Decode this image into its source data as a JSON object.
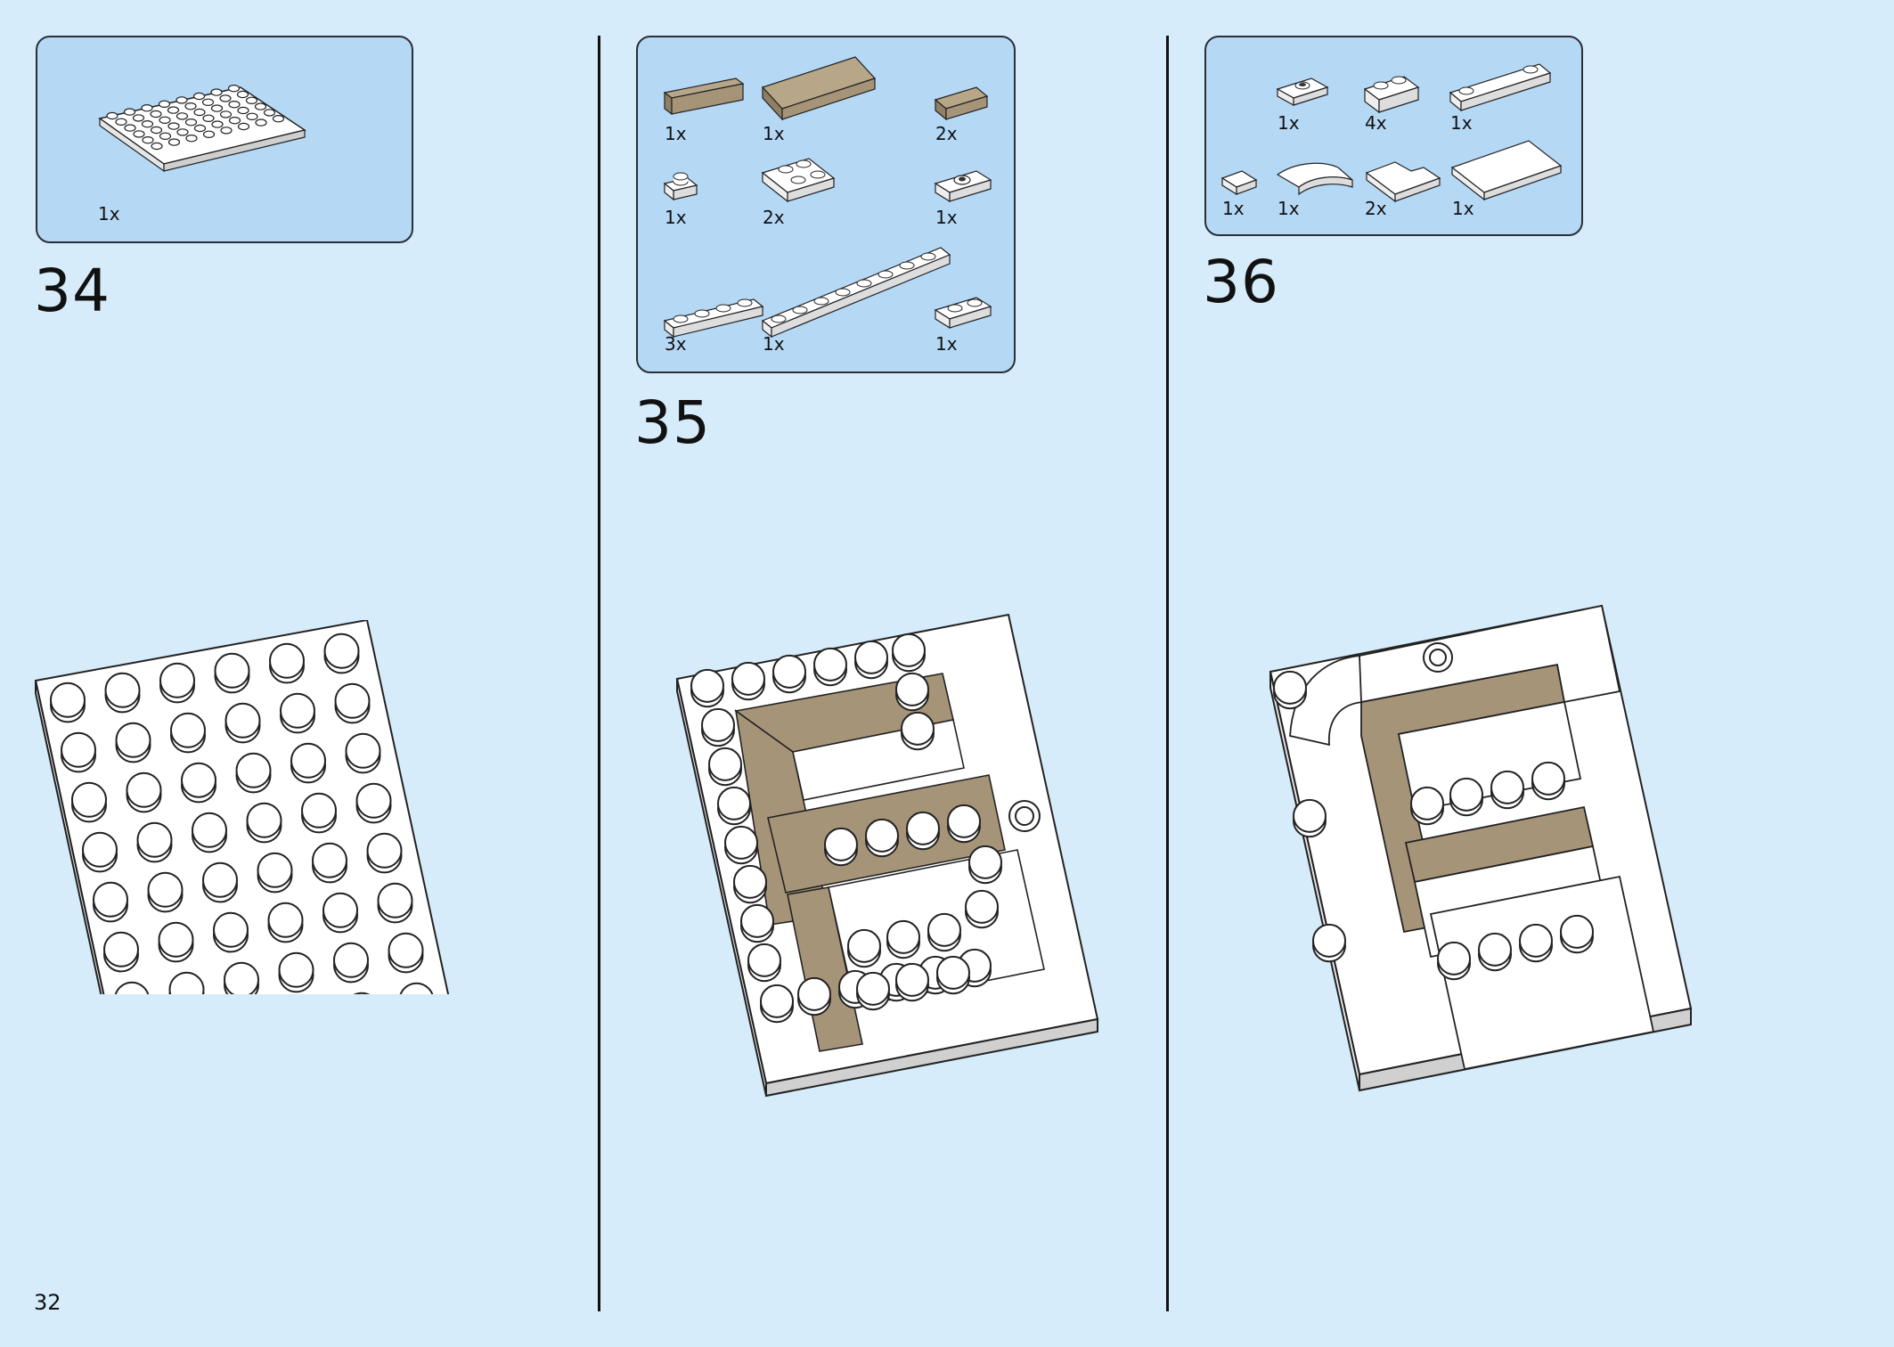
{
  "page": {
    "number": "32",
    "colors": {
      "background": "#d6ecfa",
      "parts_box": "#b5d8f5",
      "tan": "#a69478",
      "white_brick": "#ffffff",
      "outline": "#222222"
    }
  },
  "steps": [
    {
      "number": "34",
      "parts": [
        {
          "qty": "1x",
          "part": "white-6x8-plate-icon"
        }
      ]
    },
    {
      "number": "35",
      "parts": [
        {
          "qty": "1x",
          "part": "tan-tile-2x4-icon"
        },
        {
          "qty": "1x",
          "part": "tan-tile-2x6-icon"
        },
        {
          "qty": "2x",
          "part": "tan-tile-2x3-icon"
        },
        {
          "qty": "1x",
          "part": "white-plate-1x1-icon"
        },
        {
          "qty": "2x",
          "part": "white-plate-2x2-icon"
        },
        {
          "qty": "1x",
          "part": "white-jumper-plate-icon"
        },
        {
          "qty": "3x",
          "part": "white-plate-1x4-icon"
        },
        {
          "qty": "1x",
          "part": "white-plate-1x8-icon"
        },
        {
          "qty": "1x",
          "part": "white-plate-1x2-icon"
        }
      ]
    },
    {
      "number": "36",
      "parts": [
        {
          "qty": "1x",
          "part": "white-jumper-plate-icon"
        },
        {
          "qty": "4x",
          "part": "white-rail-plate-1x2-icon"
        },
        {
          "qty": "1x",
          "part": "white-plate-1x4-offset-icon"
        },
        {
          "qty": "1x",
          "part": "white-tile-1x1-icon"
        },
        {
          "qty": "1x",
          "part": "white-curved-tile-icon"
        },
        {
          "qty": "2x",
          "part": "white-corner-tile-icon"
        },
        {
          "qty": "1x",
          "part": "white-tile-2x4-icon"
        }
      ]
    }
  ]
}
